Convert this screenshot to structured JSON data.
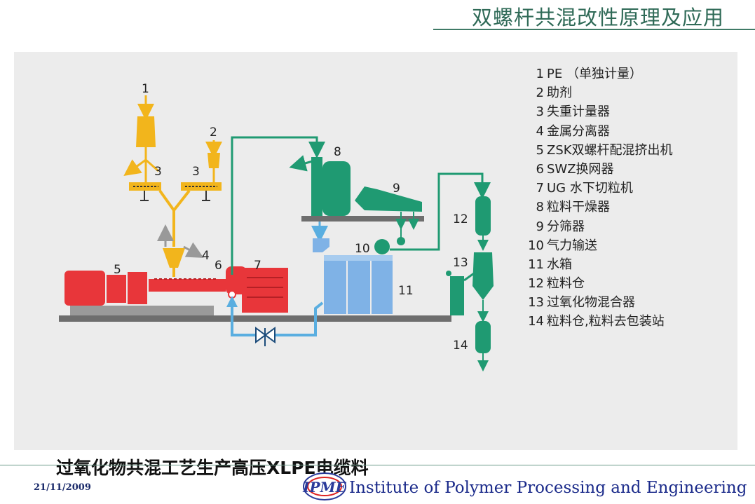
{
  "slide": {
    "title": "双螺杆共混改性原理及应用"
  },
  "diagram": {
    "caption": "过氧化物共混工艺生产高压XLPE电缆料",
    "labels": [
      "1",
      "2",
      "3",
      "3",
      "4",
      "5",
      "6",
      "7",
      "8",
      "9",
      "10",
      "11",
      "12",
      "13",
      "14"
    ],
    "legend": [
      {
        "num": "1",
        "text": "PE （单独计量）"
      },
      {
        "num": "2",
        "text": "助剂"
      },
      {
        "num": "3",
        "text": "失重计量器"
      },
      {
        "num": "4",
        "text": "金属分离器"
      },
      {
        "num": "5",
        "text": "ZSK双螺杆配混挤出机"
      },
      {
        "num": "6",
        "text": "SWZ换网器"
      },
      {
        "num": "7",
        "text": "UG 水下切粒机"
      },
      {
        "num": "8",
        "text": "粒料干燥器"
      },
      {
        "num": "9",
        "text": "分筛器"
      },
      {
        "num": "10",
        "text": "气力输送"
      },
      {
        "num": "11",
        "text": "水箱"
      },
      {
        "num": "12",
        "text": "粒料仓"
      },
      {
        "num": "13",
        "text": "过氧化物混合器"
      },
      {
        "num": "14",
        "text": "粒料仓,粒料去包装站"
      }
    ]
  },
  "footer": {
    "date": "21/11/2009",
    "logo_text": "IPME",
    "institute": "Institute of Polymer Processing and Engineering"
  },
  "colors": {
    "feed": "#f2b51c",
    "extruder": "#e8363a",
    "dryer": "#1f9a72",
    "water": "#5aaee0",
    "tank": "#7fb2e6"
  }
}
